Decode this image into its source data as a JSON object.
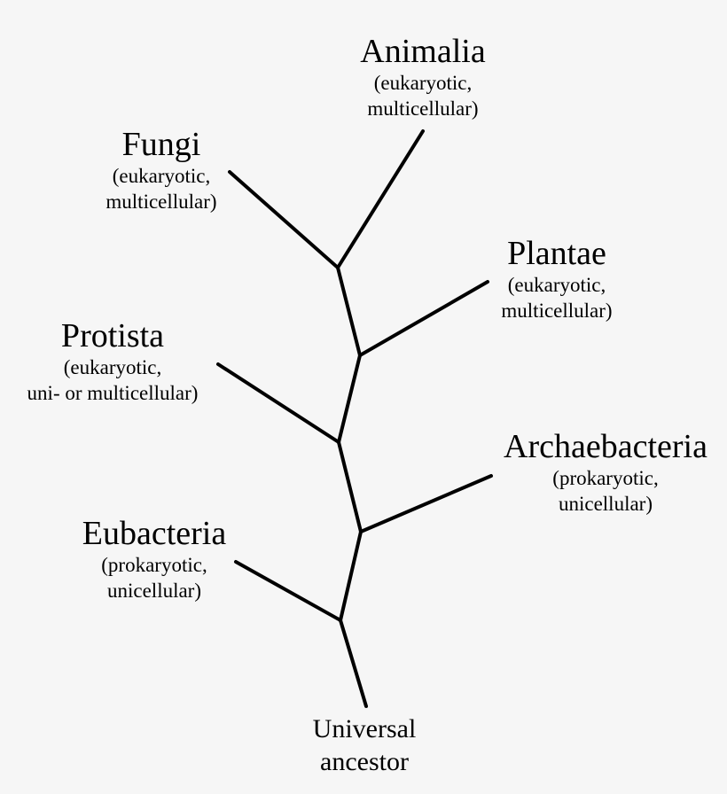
{
  "diagram": {
    "root": {
      "line1": "Universal",
      "line2": "ancestor"
    },
    "taxa": [
      {
        "id": "eubacteria",
        "name": "Eubacteria",
        "desc1": "(prokaryotic,",
        "desc2": "unicellular)"
      },
      {
        "id": "archaebacteria",
        "name": "Archaebacteria",
        "desc1": "(prokaryotic,",
        "desc2": "unicellular)"
      },
      {
        "id": "protista",
        "name": "Protista",
        "desc1": "(eukaryotic,",
        "desc2": "uni- or multicellular)"
      },
      {
        "id": "plantae",
        "name": "Plantae",
        "desc1": "(eukaryotic,",
        "desc2": "multicellular)"
      },
      {
        "id": "fungi",
        "name": "Fungi",
        "desc1": "(eukaryotic,",
        "desc2": "multicellular)"
      },
      {
        "id": "animalia",
        "name": "Animalia",
        "desc1": "(eukaryotic,",
        "desc2": "multicellular)"
      }
    ]
  }
}
